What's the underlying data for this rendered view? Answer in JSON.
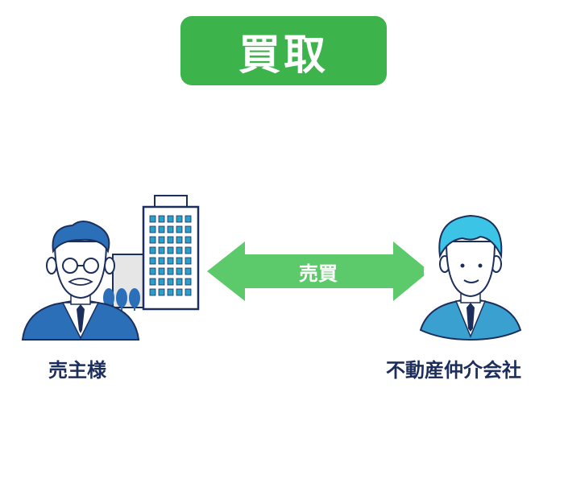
{
  "title": "買取",
  "arrow_label": "売買",
  "seller_label": "売主様",
  "agent_label": "不動産仲介会社",
  "colors": {
    "accent_green": "#3cb44b",
    "arrow_green": "#5cc96a",
    "navy": "#1c2e5c",
    "suit_blue": "#2a6fb8",
    "agent_hair": "#3cc4e6",
    "agent_bg": "#3aa0d0"
  }
}
